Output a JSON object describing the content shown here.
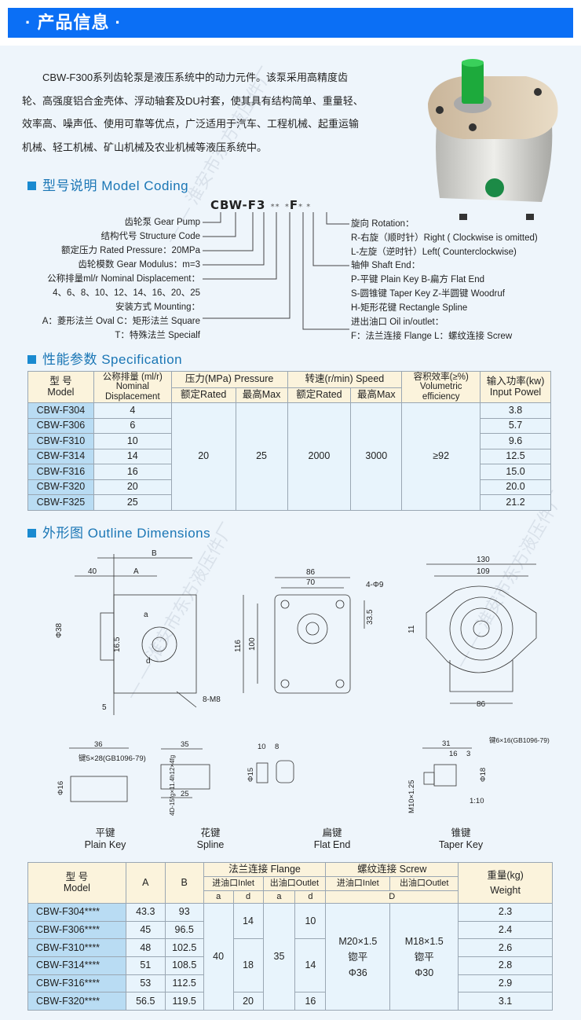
{
  "banner": {
    "title": "· 产品信息 ·"
  },
  "watermark": "淮安市东方液压件厂",
  "intro": "CBW-F300系列齿轮泵是液压系统中的动力元件。该泵采用高精度齿轮、高强度铝合金壳体、浮动轴套及DU衬套，使其具有结构简单、重量轻、效率高、噪声低、使用可靠等优点，广泛适用于汽车、工程机械、起重运输机械、轻工机械、矿山机械及农业机械等液压系统中。",
  "coding": {
    "heading": "型号说明 Model Coding",
    "code_main": "CBW-F3",
    "code_stars1": "**",
    "code_star2": "*",
    "code_f": "F",
    "code_stars3": "* *",
    "left": [
      "齿轮泵 Gear Pump",
      "结构代号 Structure Code",
      "额定压力 Rated Pressure：20MPa",
      "齿轮模数 Gear Modulus：m=3",
      "公称排量ml/r Nominal Displacement：",
      "4、6、8、10、12、14、16、20、25",
      "安装方式 Mounting：",
      "A：菱形法兰 Oval  C：矩形法兰 Square",
      "T：特殊法兰 Specialf"
    ],
    "right": [
      "旋向 Rotation：",
      "R-右旋（顺时针）Right ( Clockwise is omitted)",
      "L-左旋（逆时针）Left( Counterclockwise)",
      "轴伸 Shaft End：",
      "P-平键 Plain Key  B-扁方 Flat End",
      "S-圆锥键 Taper Key  Z-半圆键 Woodruf",
      "H-矩形花键 Rectangle Spline",
      "进出油口 Oil in/outlet：",
      "F：法兰连接 Flange  L：螺纹连接 Screw"
    ]
  },
  "spec": {
    "heading": "性能参数 Specification",
    "headers": {
      "model": "型 号\nModel",
      "disp": "公称排量 (ml/r)\nNominal\nDisplacement",
      "pressure": "压力(MPa) Pressure",
      "speed": "转速(r/min) Speed",
      "eff": "容积效率(≥%)\nVolumetric\nefficiency",
      "power": "输入功率(kw)\nInput Powel",
      "rated": "额定Rated",
      "max": "最高Max"
    },
    "rows": [
      [
        "CBW-F304",
        "4",
        "3.8"
      ],
      [
        "CBW-F306",
        "6",
        "5.7"
      ],
      [
        "CBW-F310",
        "10",
        "9.6"
      ],
      [
        "CBW-F314",
        "14",
        "12.5"
      ],
      [
        "CBW-F316",
        "16",
        "15.0"
      ],
      [
        "CBW-F320",
        "20",
        "20.0"
      ],
      [
        "CBW-F325",
        "25",
        "21.2"
      ]
    ],
    "pressure_rated": "20",
    "pressure_max": "25",
    "speed_rated": "2000",
    "speed_max": "3000",
    "efficiency": "≥92"
  },
  "outline": {
    "heading": "外形图 Outline Dimensions",
    "side": {
      "B": "B",
      "A": "A",
      "w40": "40",
      "d38": "Φ38",
      "h165": "16.5",
      "a": "a",
      "d": "d",
      "m8": "8-M8",
      "w5": "5"
    },
    "front": {
      "w86": "86",
      "w70": "70",
      "holes": "4-Φ9",
      "h335": "33.5",
      "h116": "116",
      "h100": "100"
    },
    "rear": {
      "w130": "130",
      "w109": "109",
      "h11": "11",
      "w86": "86"
    },
    "shafts": [
      {
        "cn": "平键",
        "en": "Plain Key",
        "dims": [
          "36",
          "键5×28(GB1096-79)",
          "Φ16"
        ]
      },
      {
        "cn": "花键",
        "en": "Spline",
        "dims": [
          "35",
          "25",
          "4D-15fg×11.4h12×4fg"
        ]
      },
      {
        "cn": "扁键",
        "en": "Flat End",
        "dims": [
          "10",
          "8",
          "Φ15"
        ]
      },
      {
        "cn": "锥键",
        "en": "Taper Key",
        "dims": [
          "31",
          "16",
          "3",
          "键6×16(GB1096-79)",
          "Φ18",
          "1:10",
          "M10×1.25"
        ]
      }
    ]
  },
  "dims_table": {
    "headers": {
      "model": "型 号\nModel",
      "A": "A",
      "B": "B",
      "flange": "法兰连接 Flange",
      "screw": "螺纹连接 Screw",
      "weight": "重量(kg)\nWeight",
      "inlet": "进油口Inlet",
      "outlet": "出油口Outlet",
      "a": "a",
      "d": "d",
      "D": "D"
    },
    "rows": [
      [
        "CBW-F304****",
        "43.3",
        "93",
        "2.3"
      ],
      [
        "CBW-F306****",
        "45",
        "96.5",
        "2.4"
      ],
      [
        "CBW-F310****",
        "48",
        "102.5",
        "2.6"
      ],
      [
        "CBW-F314****",
        "51",
        "108.5",
        "2.8"
      ],
      [
        "CBW-F316****",
        "53",
        "112.5",
        "2.9"
      ],
      [
        "CBW-F320****",
        "56.5",
        "119.5",
        "3.1"
      ]
    ],
    "flange_inlet_a": "40",
    "flange_outlet_a": "35",
    "flange_inlet_d": [
      "14",
      "18",
      "20"
    ],
    "flange_outlet_d": [
      "10",
      "14",
      "16"
    ],
    "screw_inlet": "M20×1.5\n锪平\nΦ36",
    "screw_outlet": "M18×1.5\n锪平\nΦ30"
  }
}
